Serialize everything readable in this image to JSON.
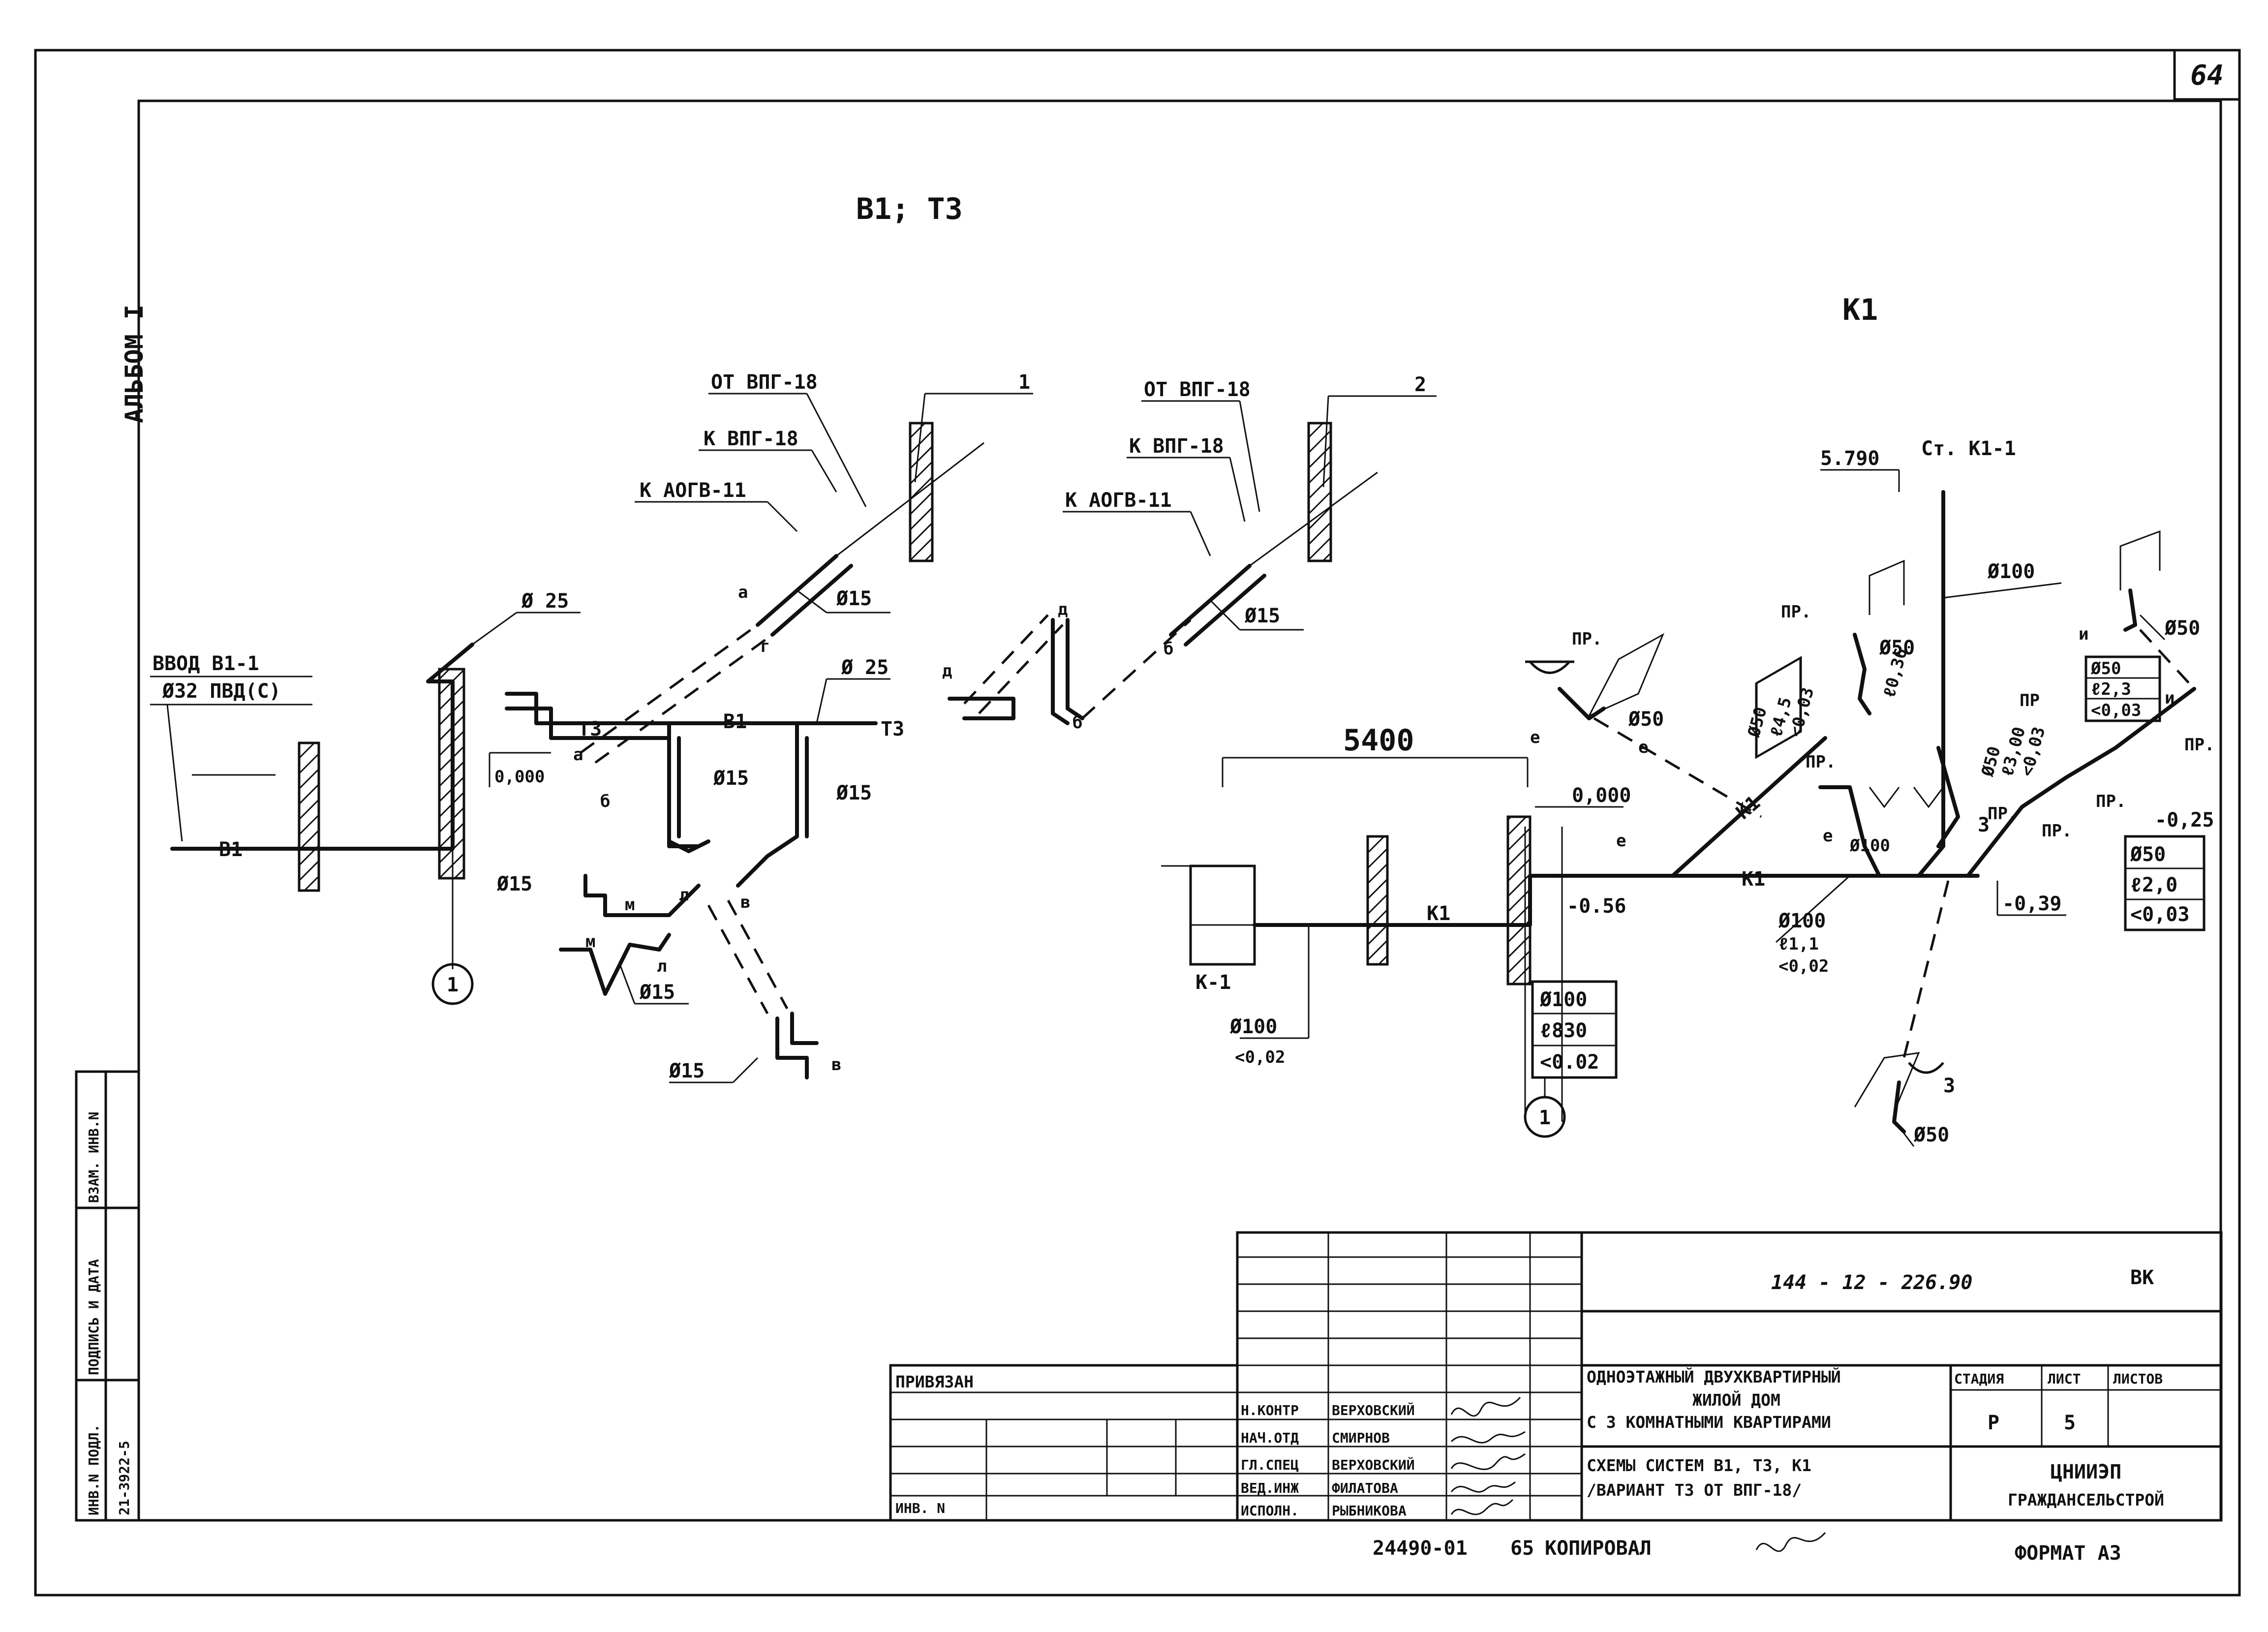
{
  "sheet": {
    "number": "64",
    "album": "АЛЬБОМ I",
    "bottom_code": "24490-01",
    "bottom_num": "65",
    "copied_label": "КОПИРОВАЛ",
    "format_label": "ФОРМАТ А3"
  },
  "left_stamp": {
    "inv_label": "ИНВ.N ПОДЛ.",
    "sign_label": "ПОДПИСЬ И ДАТА",
    "vzam_label": "ВЗАМ. ИНВ.N",
    "inv_value": "21-3922-5"
  },
  "diagram_b1t3": {
    "title": "В1; Т3",
    "labels": {
      "vvod": "ВВОД В1-1",
      "vvod_pipe": "Ø32 ПВД(С)",
      "b1_main": "В1",
      "t3": "Т3",
      "b1": "В1",
      "t3_right": "Т3",
      "zero": "0,000",
      "d25_a": "Ø 25",
      "d25_b": "Ø 25",
      "d15_a": "Ø15",
      "d15_b": "Ø15",
      "d15_c": "Ø15",
      "d15_d": "Ø15",
      "d15_e": "Ø15",
      "d15_f": "Ø15",
      "d15_g": "Ø15",
      "ot_vpg_1": "ОТ ВПГ-18",
      "k_vpg_1": "К ВПГ-18",
      "k_aogv_1": "К АОГВ-11",
      "ot_vpg_2": "ОТ ВПГ-18",
      "k_vpg_2": "К ВПГ-18",
      "k_aogv_2": "К АОГВ-11",
      "call_1": "1",
      "call_2": "2",
      "circle_1": "1",
      "l_a1": "а",
      "l_a2": "а",
      "l_b1": "б",
      "l_b2": "б",
      "l_v1": "в",
      "l_v2": "в",
      "l_g1": "г",
      "l_d1": "д",
      "l_d2": "д",
      "l_l1": "л",
      "l_l2": "л",
      "l_m1": "м",
      "l_m2": "м"
    }
  },
  "diagram_k1": {
    "title": "К1",
    "labels": {
      "dim_5400": "5400",
      "k_1": "К-1",
      "k1_a": "К1",
      "k1_b": "К1",
      "k1_c": "К1",
      "elev_5790": "5.790",
      "stoyak": "Ст. К1-1",
      "zero": "0,000",
      "m056": "-0.56",
      "m039": "-0,39",
      "m025": "-0,25",
      "d100_a": "Ø100",
      "d100_b": "Ø100",
      "d100_c": "Ø100",
      "d100_d": "Ø100",
      "d50_a": "Ø50",
      "d50_b": "Ø50",
      "d50_c": "Ø50",
      "d50_d": "Ø50",
      "d50_e": "Ø50",
      "d50_f": "Ø50",
      "d100_e": "Ø100",
      "pr_a": "ПР.",
      "pr_b": "ПР.",
      "pr_c": "ПР.",
      "pr_d": "ПР.",
      "pr_e": "ПР",
      "pr_f": "ПР.",
      "pr_g": "ПР.",
      "pr_h": "ПР.",
      "slope_02": "<0,02",
      "slope_02b": "<0.02",
      "l_830": "ℓ830",
      "l_45": "ℓ4,5",
      "l_003a": "<0,03",
      "l_036": "ℓ0,36",
      "l_300": "ℓ3,00",
      "l_003b": "<0,03",
      "l_23": "ℓ2,3",
      "l_003c": "<0,03",
      "l_20": "ℓ2,0",
      "l_003d": "<0,03",
      "l_11": "ℓ1,1",
      "l_e1": "е",
      "l_e2": "е",
      "l_e3": "е",
      "l_e4": "е",
      "l_3a": "3",
      "l_3b": "3",
      "l_i1": "и",
      "l_i2": "и",
      "circle_1": "1"
    }
  },
  "title_block": {
    "code": "144 - 12 - 226.90",
    "mark": "ВК",
    "privyazan": "ПРИВЯЗАН",
    "inv_n": "ИНВ. N",
    "roles": [
      {
        "role": "Н.КОНТР",
        "name": "ВЕРХОВСКИЙ"
      },
      {
        "role": "НАЧ.ОТД",
        "name": "СМИРНОВ"
      },
      {
        "role": "ГЛ.СПЕЦ",
        "name": "ВЕРХОВСКИЙ"
      },
      {
        "role": "ВЕД.ИНЖ",
        "name": "ФИЛАТОВА"
      },
      {
        "role": "ИСПОЛН.",
        "name": "РЫБНИКОВА"
      }
    ],
    "project_title": [
      "ОДНОЭТАЖНЫЙ ДВУХКВАРТИРНЫЙ",
      "ЖИЛОЙ ДОМ",
      "С 3 КОМНАТНЫМИ КВАРТИРАМИ"
    ],
    "sheet_title": [
      "СХЕМЫ СИСТЕМ В1, Т3, К1",
      "/ВАРИАНТ Т3 ОТ ВПГ-18/"
    ],
    "stage_label": "СТАДИЯ",
    "list_label": "ЛИСТ",
    "lists_label": "ЛИСТОВ",
    "stage": "Р",
    "list": "5",
    "org": [
      "ЦНИИЭП",
      "ГРАЖДАНСЕЛЬСТРОЙ"
    ]
  }
}
